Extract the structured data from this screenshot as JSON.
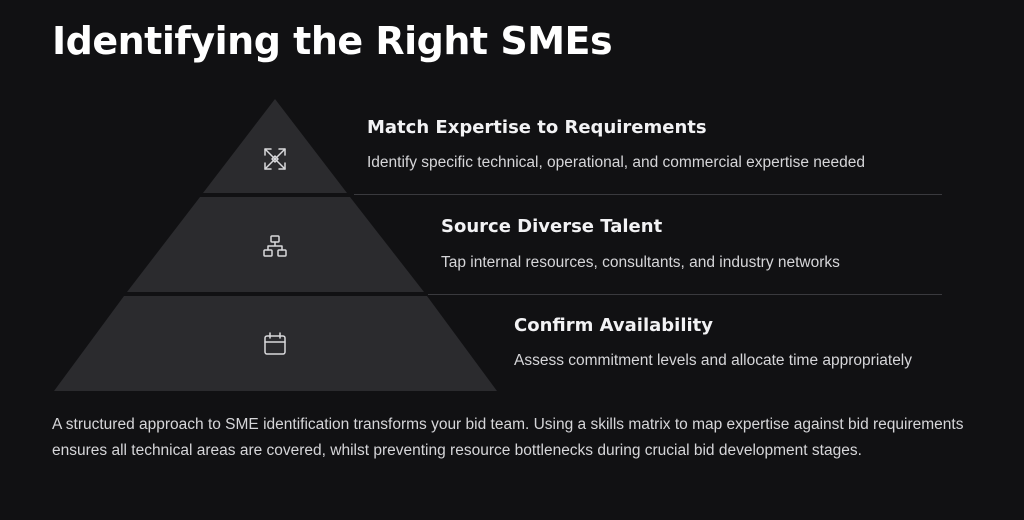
{
  "title": "Identifying the Right SMEs",
  "tiers": [
    {
      "heading": "Match Expertise to Requirements",
      "description": "Identify specific technical, operational, and commercial expertise needed",
      "icon": "expand-arrows-icon"
    },
    {
      "heading": "Source Diverse Talent",
      "description": "Tap internal resources, consultants, and industry networks",
      "icon": "network-icon"
    },
    {
      "heading": "Confirm Availability",
      "description": "Assess commitment levels and allocate time appropriately",
      "icon": "calendar-icon"
    }
  ],
  "summary": "A structured approach to SME identification transforms your bid team. Using a skills matrix to map expertise against bid requirements ensures all technical areas are covered, whilst preventing resource bottlenecks during crucial bid development stages.",
  "colors": {
    "background": "#111113",
    "tier_fill": "#2b2b2e",
    "divider": "#3a3a3e",
    "text": "#d6d6d9",
    "heading": "#f2f2f4"
  }
}
